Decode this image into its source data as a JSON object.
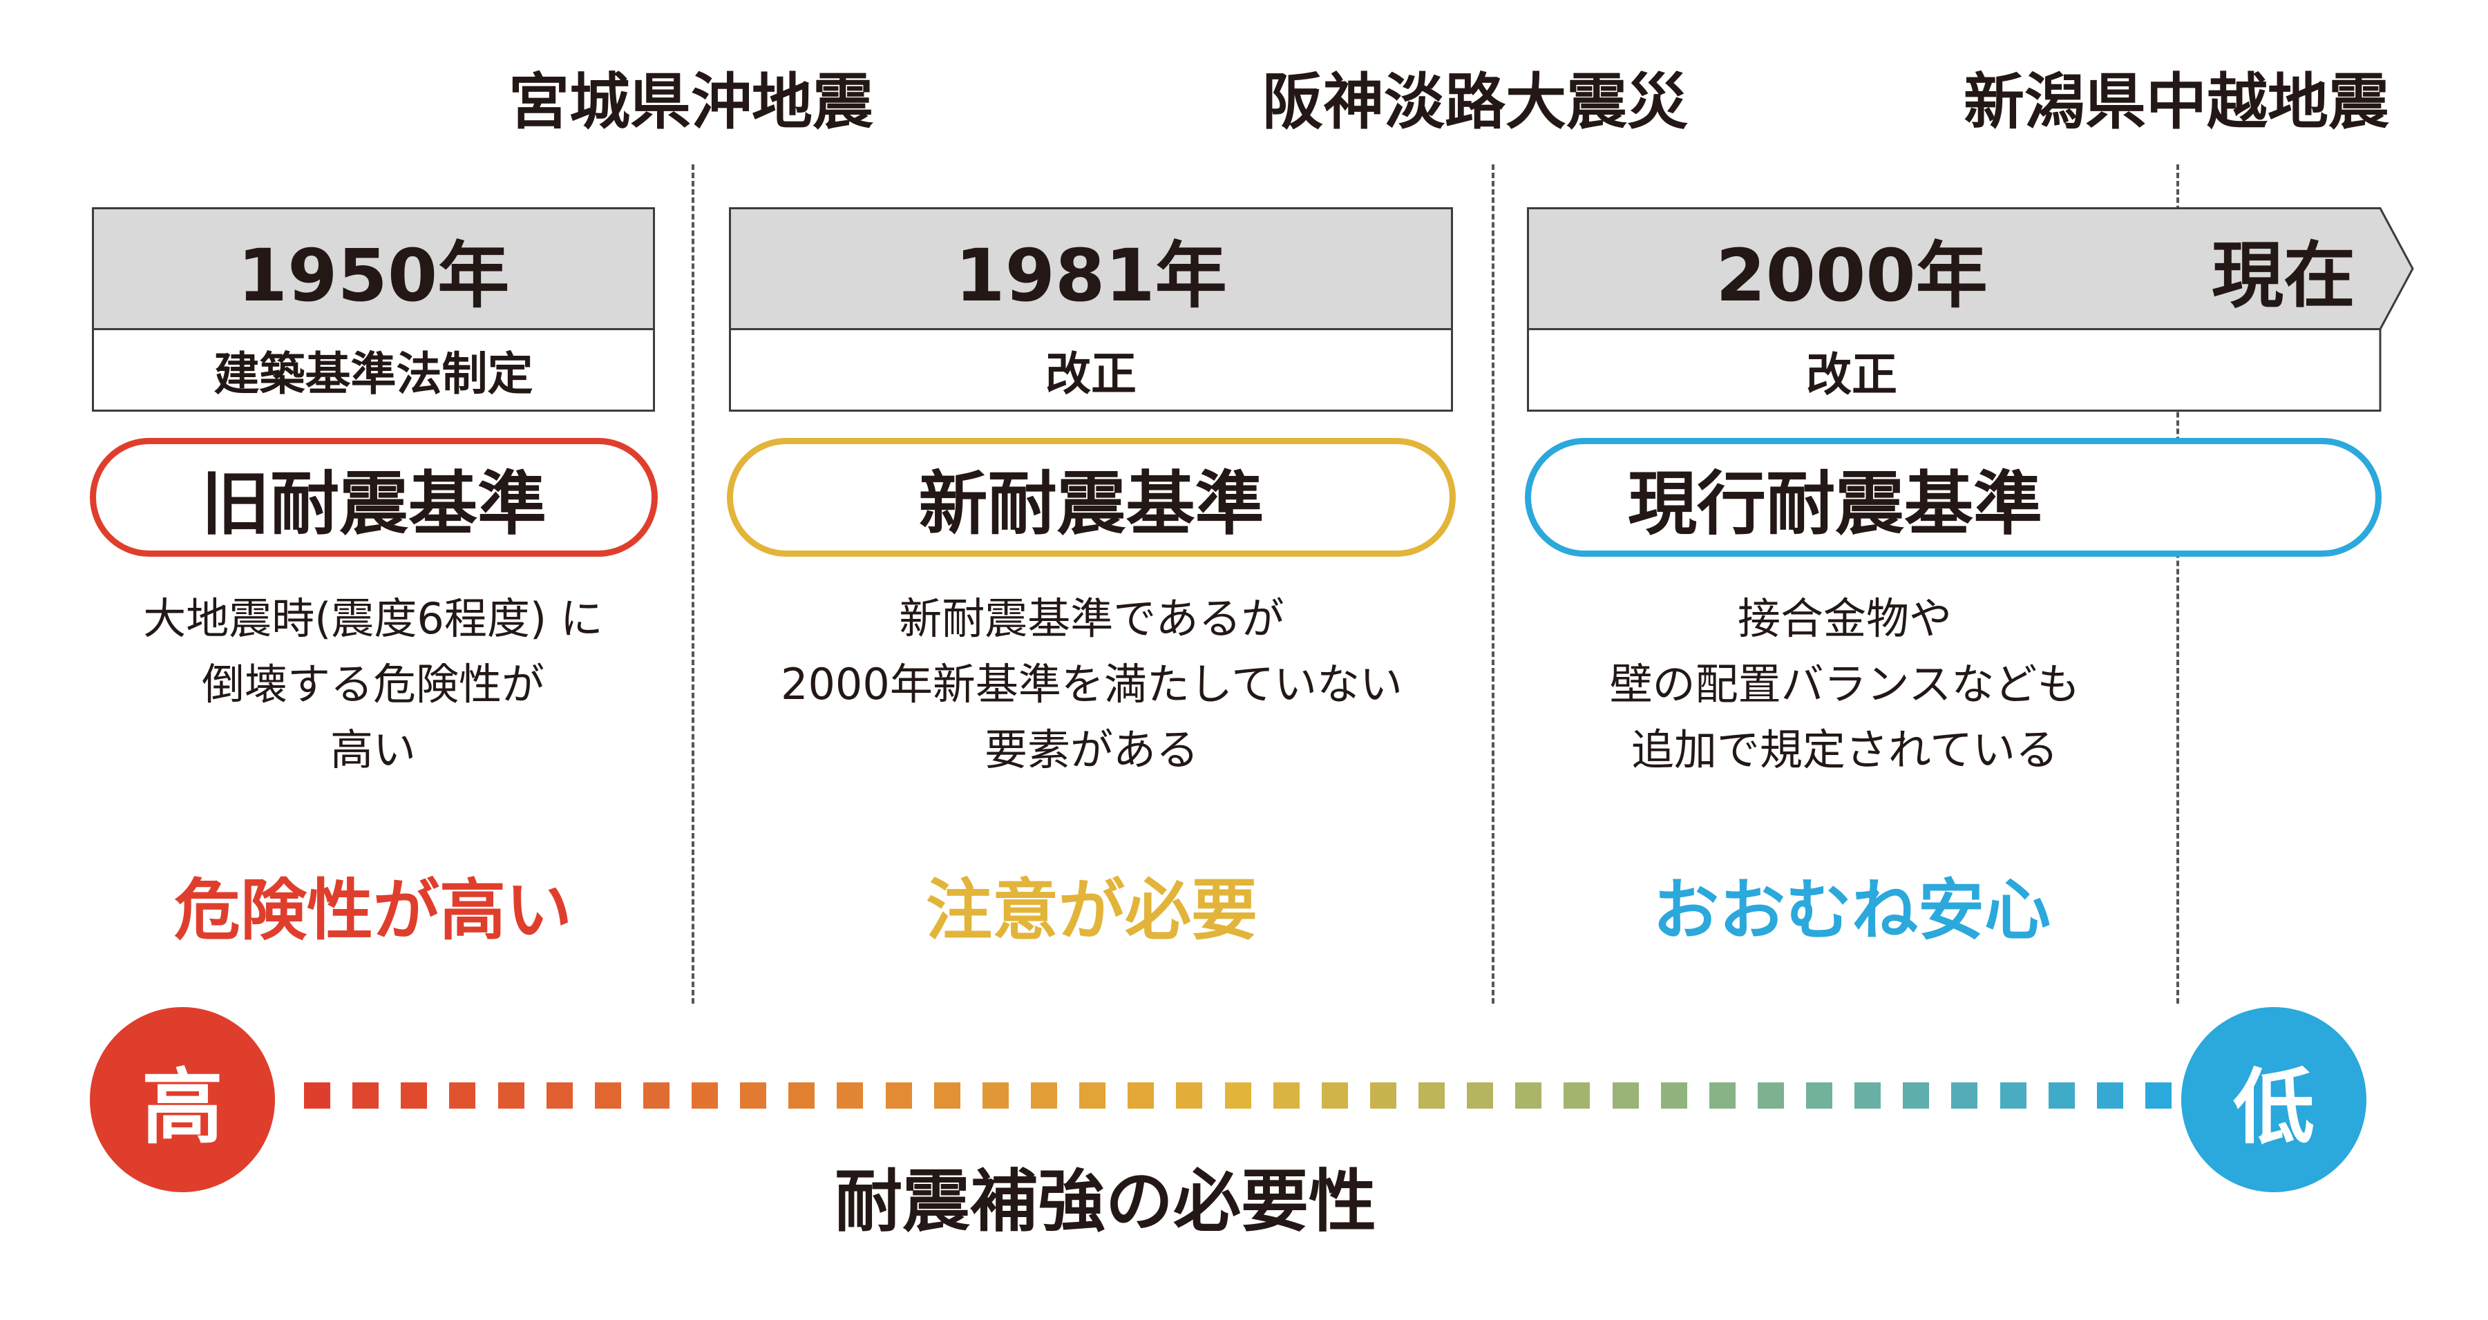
{
  "events": {
    "miyagi": "宮城県沖地震",
    "hanshin": "阪神淡路大震災",
    "niigata": "新潟県中越地震"
  },
  "periods": [
    {
      "year": "1950年",
      "note": "建築基準法制定",
      "standard": "旧耐震基準",
      "desc": [
        "大地震時(震度6程度) に",
        "倒壊する危険性が",
        "高い"
      ],
      "risk": "危険性が高い",
      "color": "#e03e2d"
    },
    {
      "year": "1981年",
      "note": "改正",
      "standard": "新耐震基準",
      "desc": [
        "新耐震基準であるが",
        "2000年新基準を満たしていない",
        "要素がある"
      ],
      "risk": "注意が必要",
      "color": "#e2b43a"
    },
    {
      "year": "2000年",
      "note": "改正",
      "standard": "現行耐震基準",
      "desc": [
        "接合金物や",
        "壁の配置バランスなども",
        "追加で規定されている"
      ],
      "risk": "おおむね安心",
      "color": "#2ba8dc"
    }
  ],
  "present_label": "現在",
  "scale": {
    "high": "高",
    "low": "低",
    "high_color": "#e03e2d",
    "low_color": "#2ba8dc",
    "caption": "耐震補強の必要性"
  }
}
